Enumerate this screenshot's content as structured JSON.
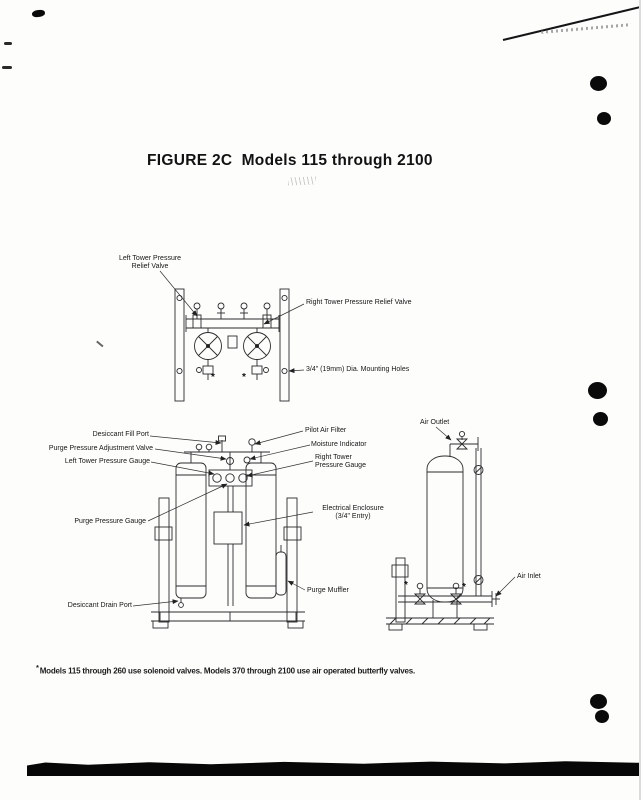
{
  "page": {
    "title": "FIGURE 2C  Models 115 through 2100",
    "footnote_marker": "*",
    "footnote": "Models 115 through 260 use solenoid valves. Models 370 through 2100 use air operated butterfly valves."
  },
  "top_view": {
    "labels": {
      "left_relief": "Left Tower Pressure\nRelief Valve",
      "right_relief": "Right Tower Pressure Relief Valve",
      "mounting_holes": "3/4\" (19mm) Dia. Mounting Holes"
    }
  },
  "front_view": {
    "labels": {
      "fill_port": "Desiccant Fill Port",
      "purge_adjust": "Purge Pressure Adjustment Valve",
      "left_gauge": "Left Tower Pressure Gauge",
      "purge_gauge": "Purge Pressure Gauge",
      "drain_port": "Desiccant Drain Port",
      "pilot_filter": "Pilot Air Filter",
      "moisture": "Moisture Indicator",
      "right_gauge": "Right Tower\nPressure Gauge",
      "enclosure": "Electrical Enclosure\n(3/4\" Entry)",
      "muffler": "Purge Muffler"
    }
  },
  "side_view": {
    "labels": {
      "air_outlet": "Air Outlet",
      "air_inlet": "Air Inlet"
    }
  }
}
